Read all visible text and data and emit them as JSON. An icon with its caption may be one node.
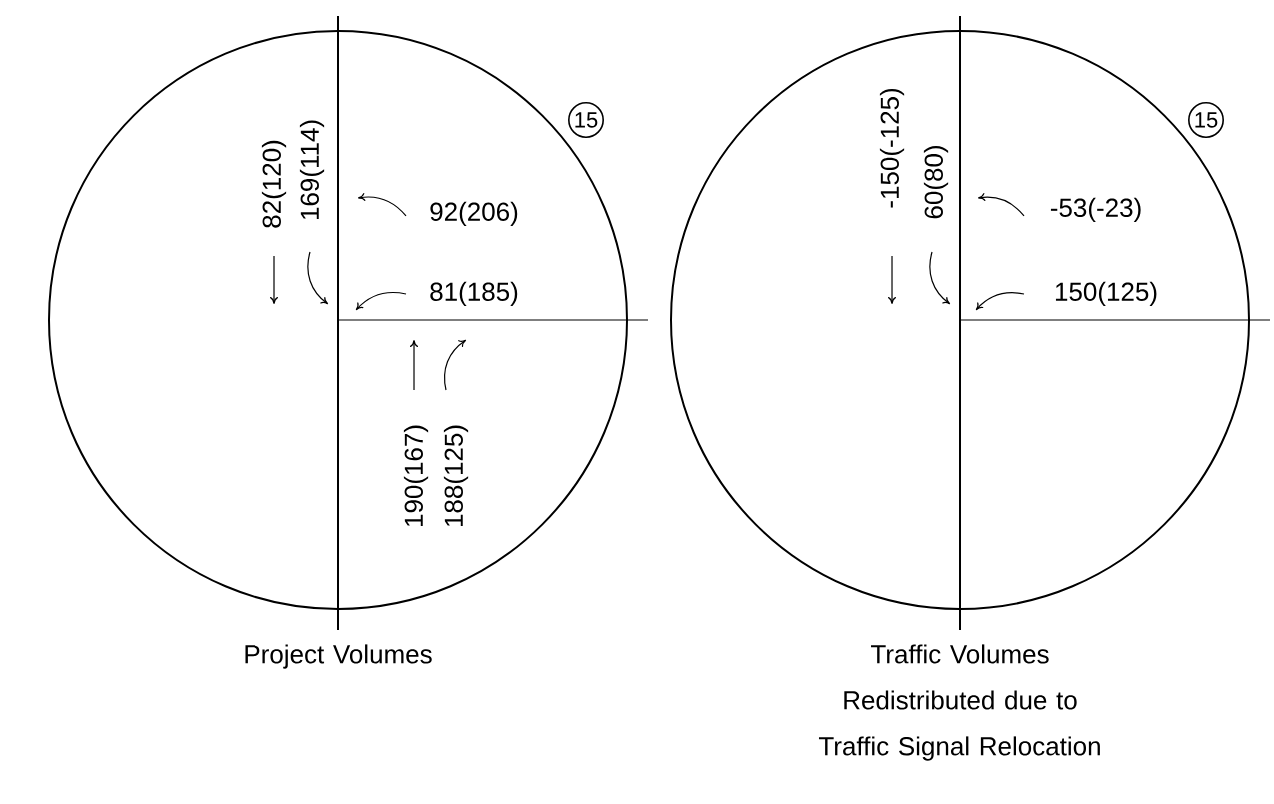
{
  "diagram": {
    "nodes": [
      {
        "text": [],
        "shape": "circle",
        "beside": [
          "Project Volumes"
        ]
      },
      {
        "text": [
          "15"
        ]
      },
      {
        "text": [],
        "shape": "circle",
        "beside": [
          "Traffic Volumes Redistributed due to Traffic Signal Relocation"
        ]
      },
      {
        "text": [
          "15"
        ]
      }
    ],
    "edges": [],
    "labels": [
      "82(120)",
      "169(114)",
      "92(206)",
      "81(185)",
      "190(167)",
      "188(125)",
      "-150(-125)",
      "60(80)",
      "-53(-23)",
      "150(125)"
    ]
  }
}
